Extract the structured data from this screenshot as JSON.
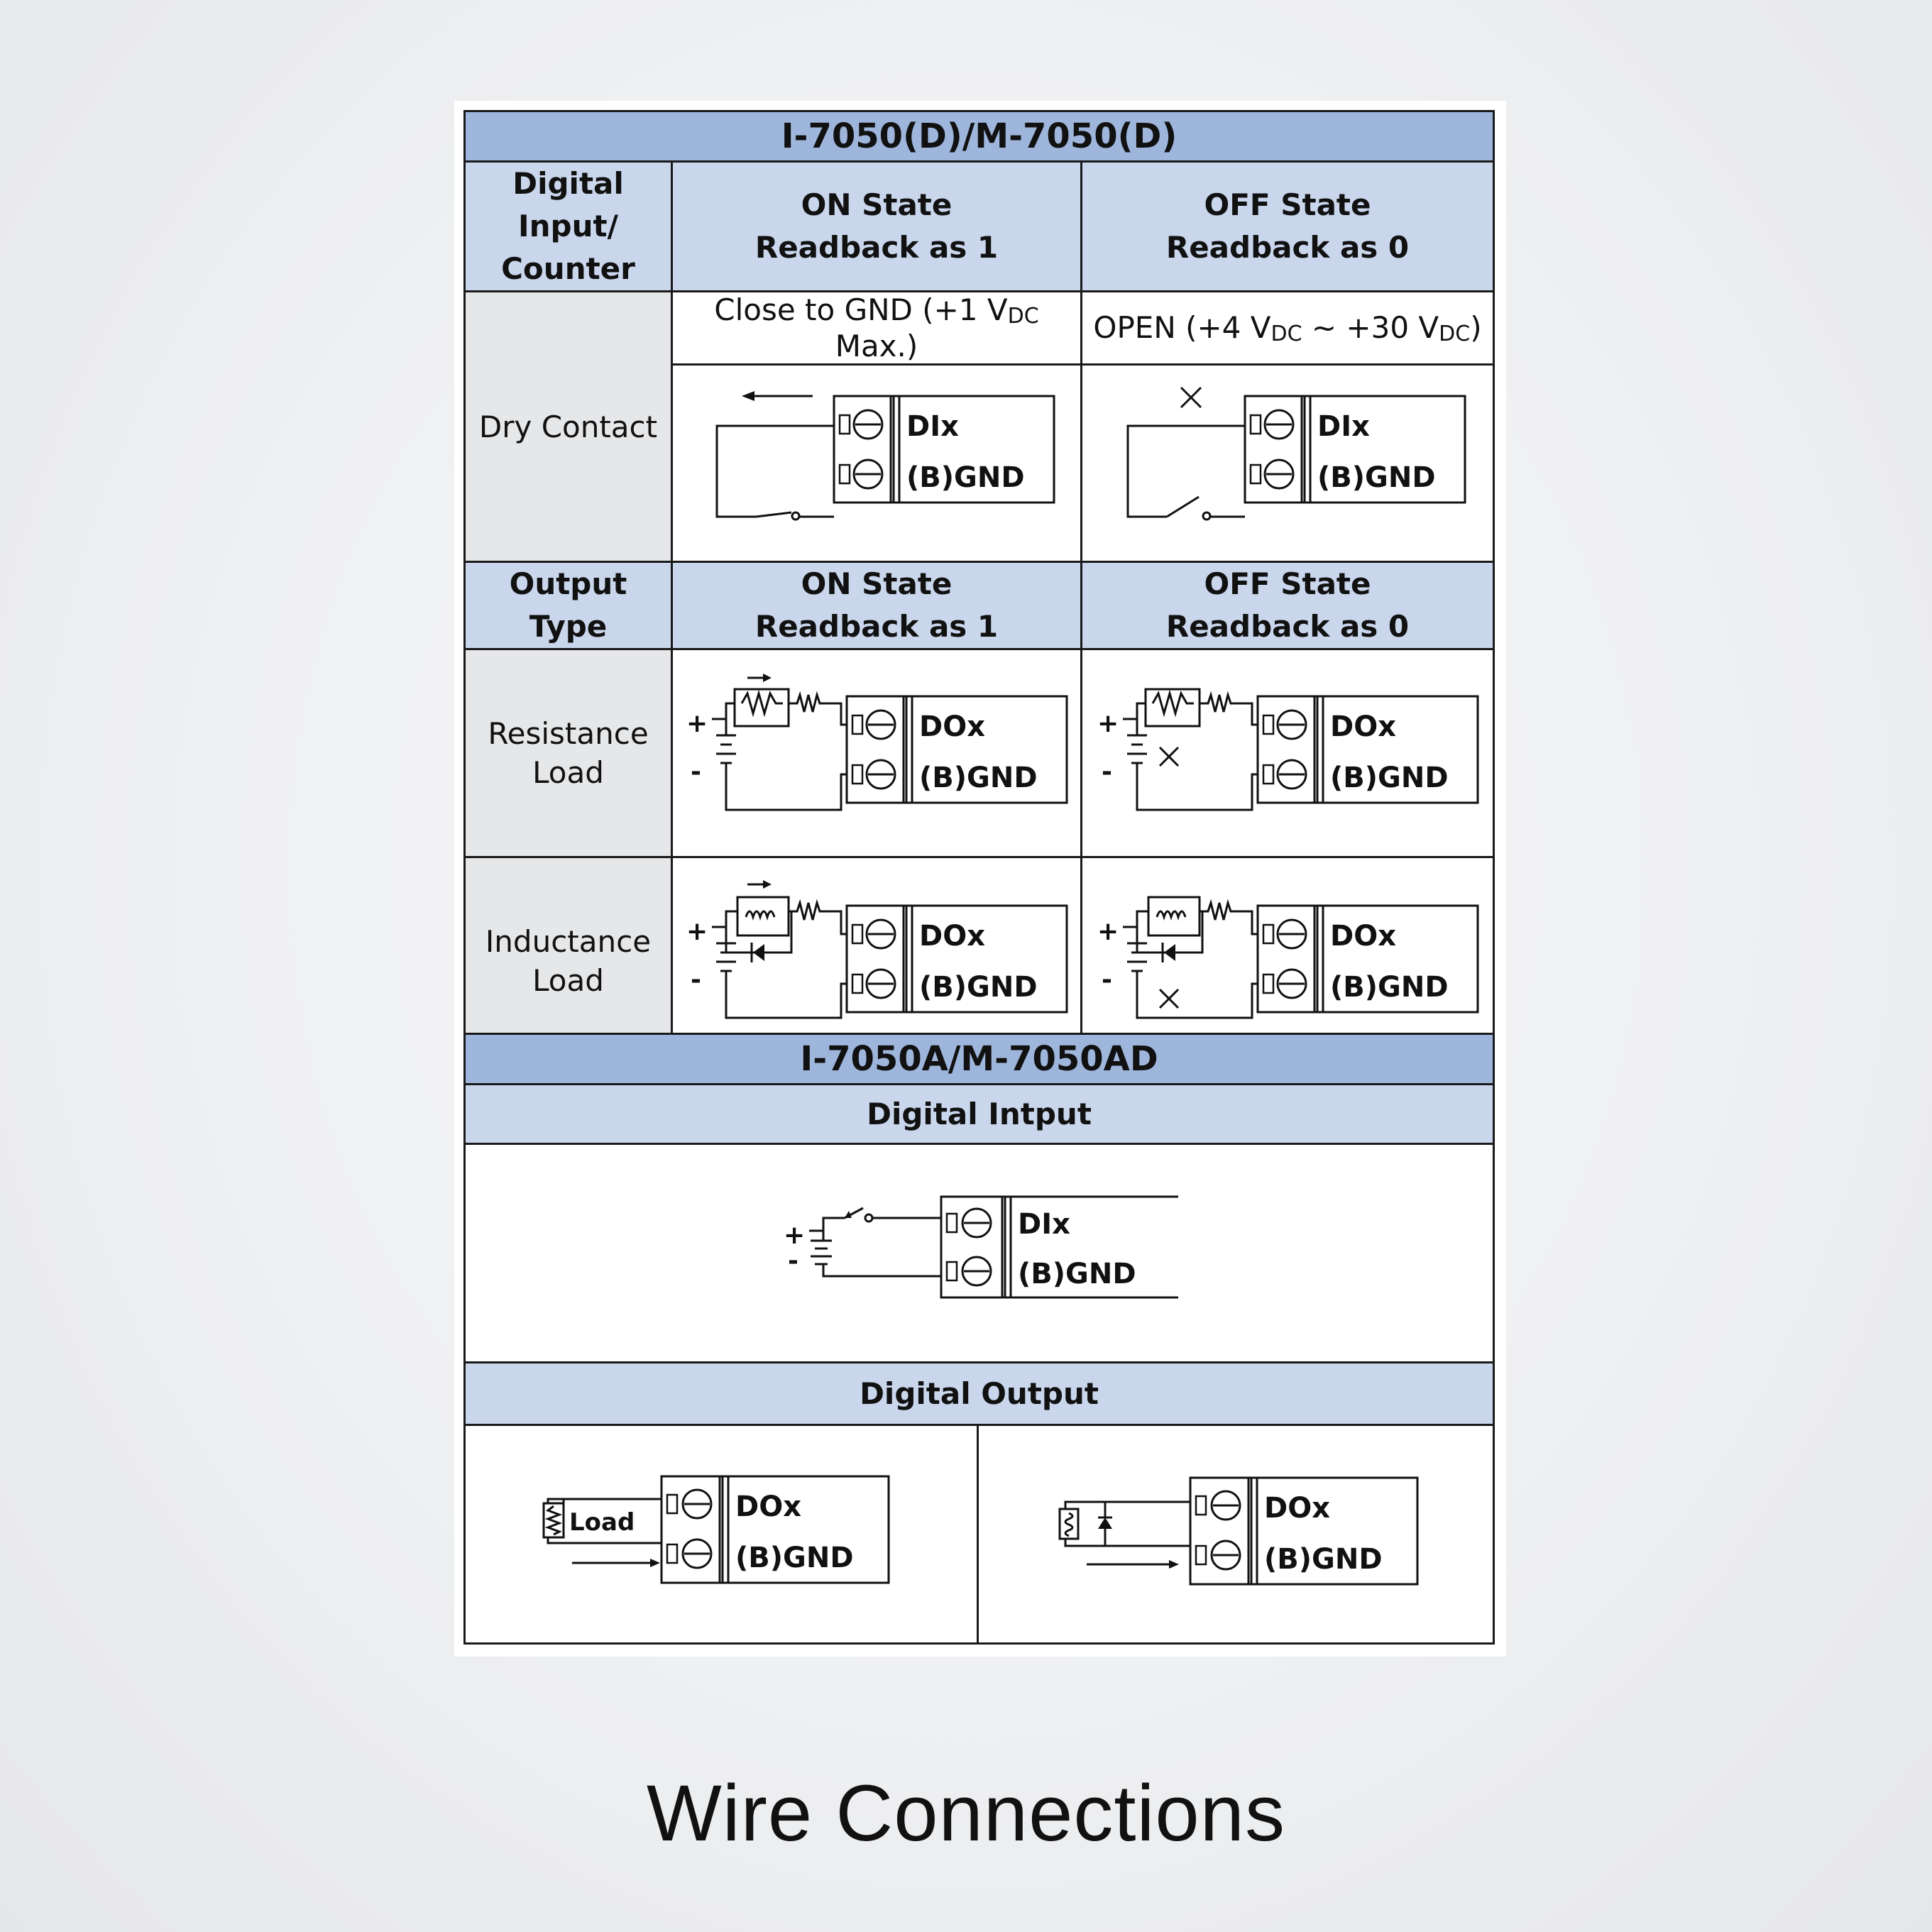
{
  "table1": {
    "title": "I-7050(D)/M-7050(D)",
    "input_header": {
      "col1": "Digital Input/ Counter",
      "on_line1": "ON State",
      "on_line2": "Readback as 1",
      "off_line1": "OFF State",
      "off_line2": "Readback as 0"
    },
    "dry_contact": {
      "label": "Dry Contact",
      "on_cond_pre": "Close to GND (+1 V",
      "on_cond_sub": "DC",
      "on_cond_post": " Max.)",
      "off_cond_pre": "OPEN (+4 V",
      "off_cond_sub": "DC",
      "off_cond_mid": " ~ +30 V",
      "off_cond_sub2": "DC",
      "off_cond_post": ")"
    },
    "output_header": {
      "col1": "Output Type",
      "on_line1": "ON State",
      "on_line2": "Readback as 1",
      "off_line1": "OFF State",
      "off_line2": "Readback as 0"
    },
    "resistance": {
      "line1": "Resistance",
      "line2": "Load"
    },
    "inductance": {
      "line1": "Inductance",
      "line2": "Load"
    }
  },
  "table2": {
    "title": "I-7050A/M-7050AD",
    "digital_input": "Digital Intput",
    "digital_output": "Digital Output"
  },
  "terminals": {
    "dix": "DIx",
    "dox": "DOx",
    "gnd": "(B)GND",
    "load": "Load",
    "plus": "+",
    "minus": "-"
  },
  "caption": "Wire Connections",
  "colors": {
    "title_bg": "#9fb6dc",
    "header_bg": "#c9d6ec",
    "label_bg": "#e6e7e9",
    "line": "#1a1a1a"
  }
}
